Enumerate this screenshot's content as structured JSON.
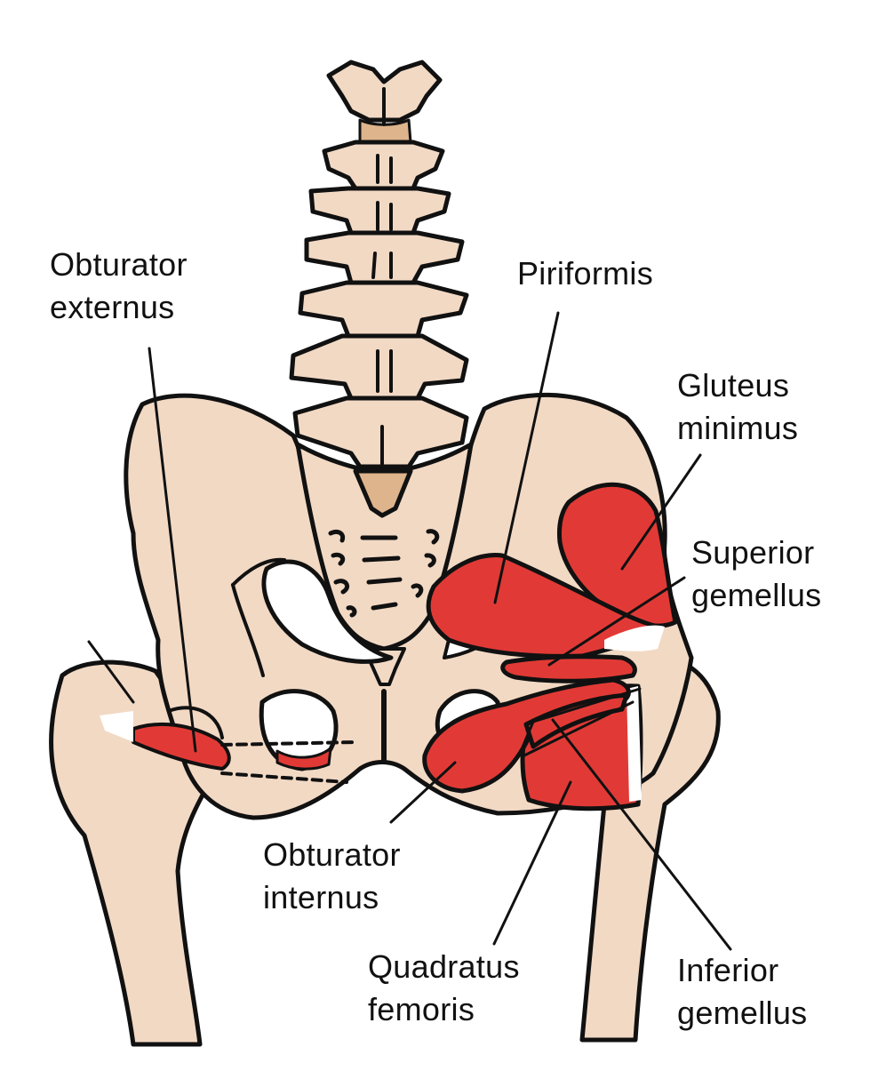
{
  "colors": {
    "bone": "#F2D9C4",
    "bone_dark": "#DEB48C",
    "muscle": "#E13A36",
    "outline": "#111111",
    "background": "#FFFFFF"
  },
  "labels": {
    "obturator_externus": {
      "line1": "Obturator",
      "line2": "externus"
    },
    "piriformis": {
      "line1": "Piriformis"
    },
    "gluteus_minimus": {
      "line1": "Gluteus",
      "line2": "minimus"
    },
    "superior_gemellus": {
      "line1": "Superior",
      "line2": "gemellus"
    },
    "obturator_internus": {
      "line1": "Obturator",
      "line2": "internus"
    },
    "quadratus_femoris": {
      "line1": "Quadratus",
      "line2": "femoris"
    },
    "inferior_gemellus": {
      "line1": "Inferior",
      "line2": "gemellus"
    }
  }
}
